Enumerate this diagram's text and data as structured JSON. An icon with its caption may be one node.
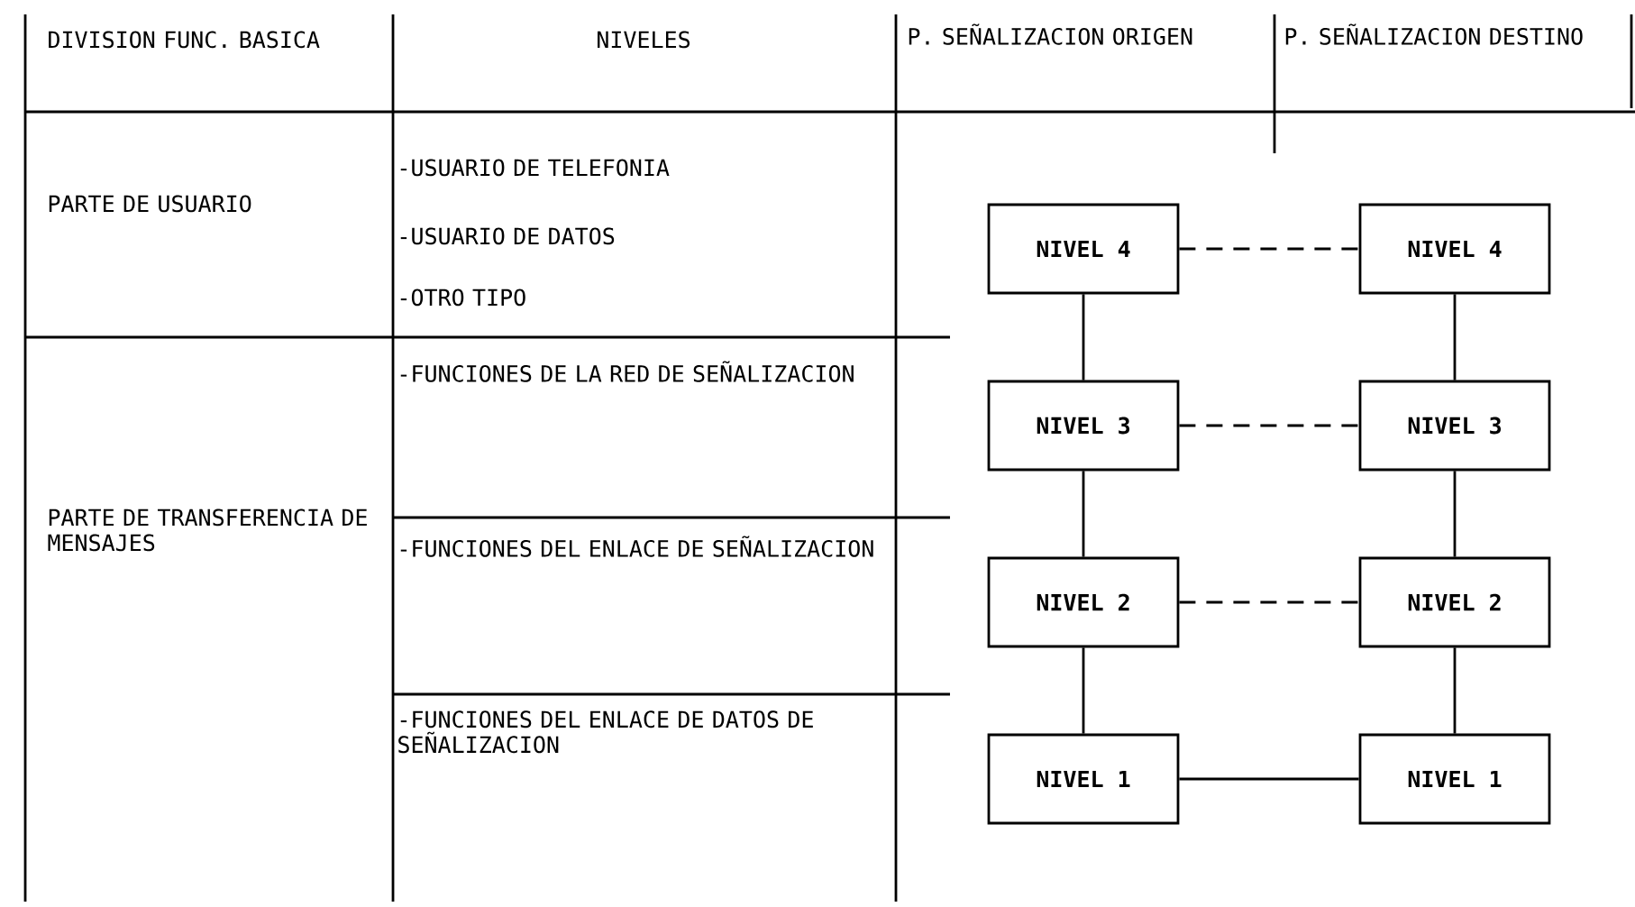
{
  "diagram": {
    "nodes": [
      {
        "text": [
          "NIVEL 4"
        ]
      },
      {
        "text": [
          "NIVEL 4"
        ]
      },
      {
        "text": [
          "NIVEL 3"
        ]
      },
      {
        "text": [
          "NIVEL 3"
        ]
      },
      {
        "text": [
          "NIVEL 2"
        ]
      },
      {
        "text": [
          "NIVEL 2"
        ]
      },
      {
        "text": [
          "NIVEL 1"
        ]
      },
      {
        "text": [
          "NIVEL 1"
        ]
      }
    ],
    "edges": [
      {
        "from": 0,
        "to": 1,
        "arrow": "none",
        "style": "dashed"
      },
      {
        "from": 0,
        "to": 2,
        "arrow": "none"
      },
      {
        "from": 1,
        "to": 3,
        "arrow": "none"
      },
      {
        "from": 2,
        "to": 3,
        "arrow": "none",
        "style": "dashed"
      },
      {
        "from": 2,
        "to": 4,
        "arrow": "none"
      },
      {
        "from": 3,
        "to": 5,
        "arrow": "none"
      },
      {
        "from": 4,
        "to": 5,
        "arrow": "none",
        "style": "dashed"
      },
      {
        "from": 4,
        "to": 6,
        "arrow": "none"
      },
      {
        "from": 5,
        "to": 7,
        "arrow": "none"
      },
      {
        "from": 6,
        "to": 7,
        "arrow": "none"
      }
    ],
    "labels": [
      "DIVISION FUNC. BASICA",
      "NIVELES",
      "P. SEÑALIZACION ORIGEN",
      "P. SEÑALIZACION DESTINO",
      "PARTE DE USUARIO",
      "-USUARIO DE TELEFONIA",
      "-USUARIO DE DATOS",
      "-OTRO TIPO",
      "PARTE DE TRANSFERENCIA DE MENSAJES",
      "-FUNCIONES DE LA RED DE SEÑALIZACION",
      "-FUNCIONES DEL ENLACE DE SEÑALIZACION",
      "-FUNCIONES DEL ENLACE DE DATOS DE SEÑALIZACION"
    ]
  }
}
